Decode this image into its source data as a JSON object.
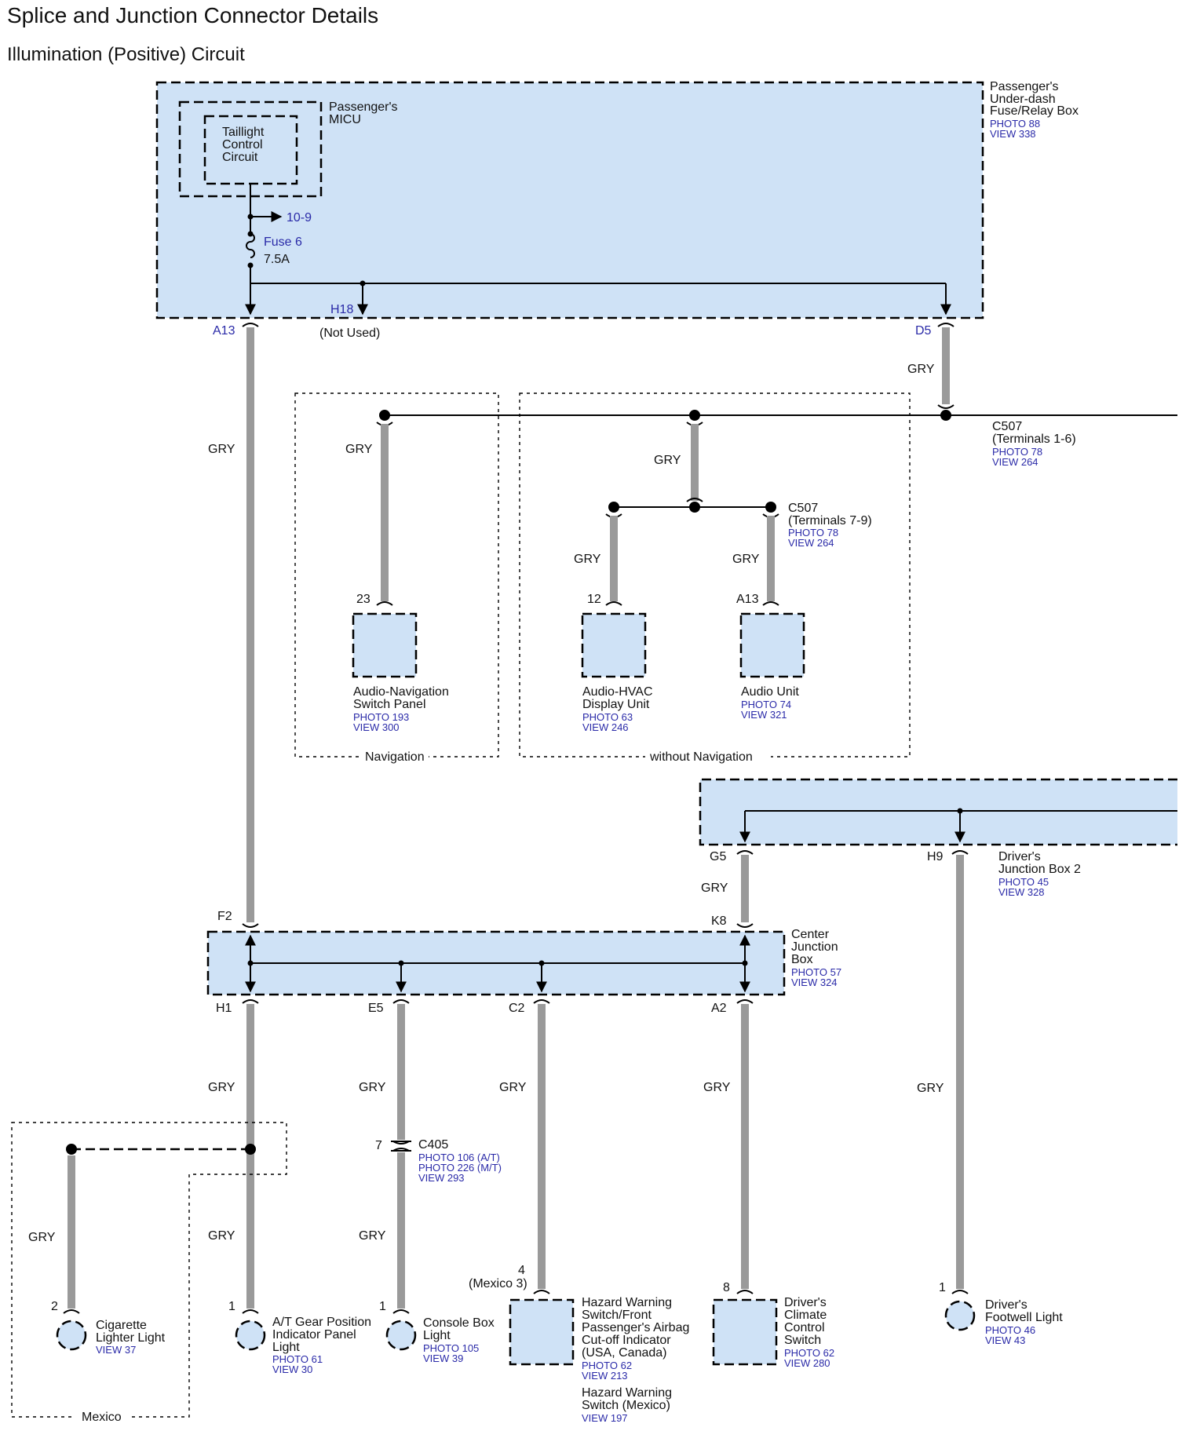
{
  "header": {
    "title": "Splice and Junction Connector Details",
    "subtitle": "Illumination (Positive) Circuit"
  },
  "wire_color": "GRY",
  "colors": {
    "box_fill": "#cfe2f6",
    "wire": "#9a9a9a",
    "ref_text": "#2a2aa8"
  },
  "fuse_box": {
    "name_lines": [
      "Passenger's",
      "Under-dash",
      "Fuse/Relay Box"
    ],
    "photo": "PHOTO 88",
    "view": "VIEW 338",
    "micu_lines": [
      "Passenger's",
      "MICU"
    ],
    "taillight_lines": [
      "Taillight",
      "Control",
      "Circuit"
    ],
    "ref_arrow": "10-9",
    "fuse_name": "Fuse 6",
    "fuse_rating": "7.5A",
    "pin_h18": "H18",
    "not_used": "(Not Used)",
    "pin_a13": "A13",
    "pin_d5": "D5"
  },
  "c507_upper": {
    "name": "C507",
    "terminals": "(Terminals 1-6)",
    "photo": "PHOTO 78",
    "view": "VIEW 264"
  },
  "c507_lower": {
    "name": "C507",
    "terminals": "(Terminals 7-9)",
    "photo": "PHOTO 78",
    "view": "VIEW 264"
  },
  "navigation": {
    "label": "Navigation",
    "pin": "23",
    "unit_lines": [
      "Audio-Navigation",
      "Switch Panel"
    ],
    "photo": "PHOTO 193",
    "view": "VIEW 300"
  },
  "without_navigation": {
    "label": "without Navigation",
    "hvac": {
      "pin": "12",
      "lines": [
        "Audio-HVAC",
        "Display Unit"
      ],
      "photo": "PHOTO 63",
      "view": "VIEW 246"
    },
    "audio": {
      "pin": "A13",
      "lines": [
        "Audio Unit"
      ],
      "photo": "PHOTO 74",
      "view": "VIEW 321"
    }
  },
  "driver_jb2": {
    "name_lines": [
      "Driver's",
      "Junction Box 2"
    ],
    "photo": "PHOTO 45",
    "view": "VIEW 328",
    "pin_g5": "G5",
    "pin_h9": "H9"
  },
  "center_jb": {
    "name_lines": [
      "Center",
      "Junction",
      "Box"
    ],
    "photo": "PHOTO 57",
    "view": "VIEW 324",
    "pin_f2": "F2",
    "pin_k8": "K8",
    "pins_bottom": [
      "H1",
      "E5",
      "C2",
      "A2"
    ]
  },
  "c405": {
    "name": "C405",
    "pin": "7",
    "refs": [
      "PHOTO 106 (A/T)",
      "PHOTO 226 (M/T)",
      "VIEW 293"
    ]
  },
  "mexico": {
    "label": "Mexico"
  },
  "loads": {
    "cigarette": {
      "pin": "2",
      "lines": [
        "Cigarette",
        "Lighter Light"
      ],
      "refs": [
        "VIEW 37"
      ]
    },
    "at_gear": {
      "pin": "1",
      "lines": [
        "A/T Gear Position",
        "Indicator Panel",
        "Light"
      ],
      "refs": [
        "PHOTO 61",
        "VIEW 30"
      ]
    },
    "console": {
      "pin": "1",
      "lines": [
        "Console Box",
        "Light"
      ],
      "refs": [
        "PHOTO 105",
        "VIEW 39"
      ]
    },
    "hazard": {
      "pin": "4",
      "pin_alt": "(Mexico 3)",
      "lines": [
        "Hazard Warning",
        "Switch/Front",
        "Passenger's Airbag",
        "Cut-off Indicator",
        "(USA, Canada)"
      ],
      "refs": [
        "PHOTO 62",
        "VIEW 213"
      ],
      "alt_lines": [
        "Hazard Warning",
        "Switch (Mexico)"
      ],
      "alt_refs": [
        "VIEW 197"
      ]
    },
    "climate": {
      "pin": "8",
      "lines": [
        "Driver's",
        "Climate",
        "Control",
        "Switch"
      ],
      "refs": [
        "PHOTO 62",
        "VIEW 280"
      ]
    },
    "footwell": {
      "pin": "1",
      "lines": [
        "Driver's",
        "Footwell Light"
      ],
      "refs": [
        "PHOTO 46",
        "VIEW 43"
      ]
    }
  }
}
